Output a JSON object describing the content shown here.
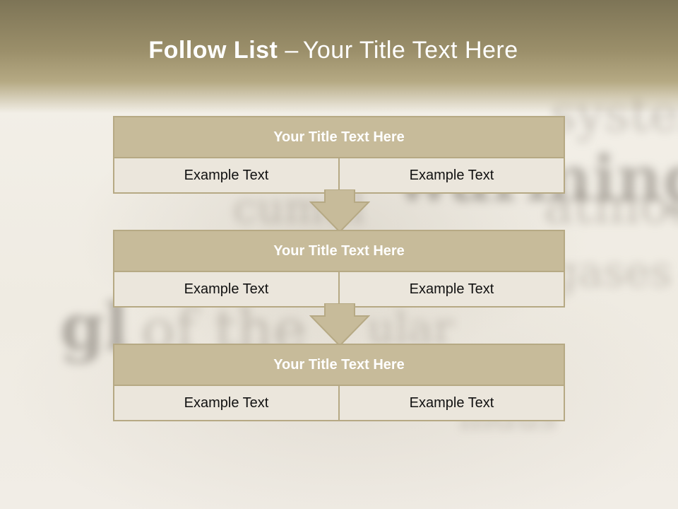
{
  "title": {
    "bold": "Follow List",
    "separator": "–",
    "rest": "Your Title Text Here"
  },
  "background_words": [
    "syster",
    "warming",
    "atmosp",
    "cumul",
    "of the",
    "gl",
    "ular",
    "gases",
    "indus"
  ],
  "steps": [
    {
      "title": "Your Title Text Here",
      "left": "Example Text",
      "right": "Example Text"
    },
    {
      "title": "Your Title Text Here",
      "left": "Example Text",
      "right": "Example Text"
    },
    {
      "title": "Your Title Text Here",
      "left": "Example Text",
      "right": "Example Text"
    }
  ],
  "colors": {
    "accent": "#c7bb9a",
    "border": "#b6a984",
    "cell": "#ebe6dc",
    "band": "#9b8f6a"
  }
}
